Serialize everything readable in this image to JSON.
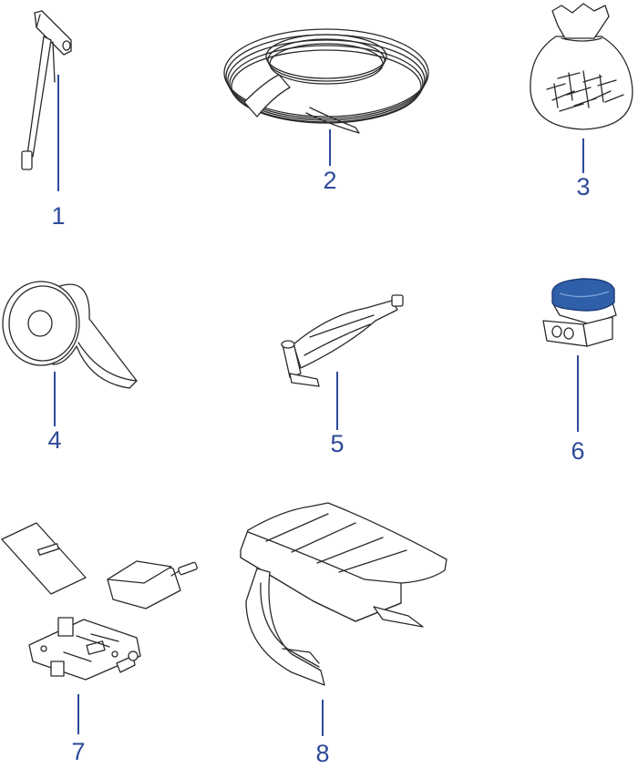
{
  "items": [
    {
      "number": "1",
      "icon": "t-handle-peg-tool-icon"
    },
    {
      "number": "2",
      "icon": "boundary-wire-coil-icon"
    },
    {
      "number": "3",
      "icon": "pegs-bag-icon"
    },
    {
      "number": "4",
      "icon": "tape-roll-icon"
    },
    {
      "number": "5",
      "icon": "grease-tube-icon"
    },
    {
      "number": "6",
      "icon": "wire-connector-icon"
    },
    {
      "number": "7",
      "icon": "circuit-board-kit-icon"
    },
    {
      "number": "8",
      "icon": "charging-station-icon"
    }
  ],
  "colors": {
    "label": "#2d4a9a",
    "line": "#2a2a2a",
    "connector_cap": "#2f5fa8"
  }
}
